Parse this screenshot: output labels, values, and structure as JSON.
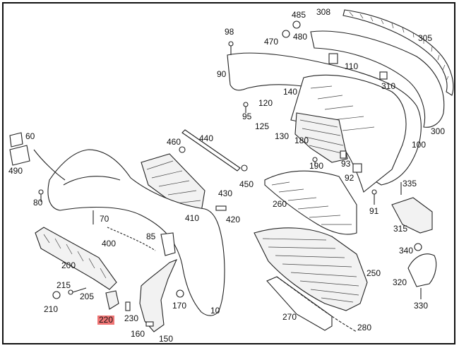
{
  "highlight_color": "#f07575",
  "highlighted_label": "220",
  "labels": [
    "308",
    "485",
    "480",
    "470",
    "98",
    "305",
    "110",
    "90",
    "310",
    "140",
    "120",
    "95",
    "125",
    "130",
    "300",
    "60",
    "460",
    "440",
    "180",
    "100",
    "490",
    "93",
    "92",
    "190",
    "450",
    "430",
    "260",
    "335",
    "80",
    "410",
    "420",
    "91",
    "70",
    "315",
    "85",
    "400",
    "340",
    "200",
    "250",
    "215",
    "205",
    "320",
    "210",
    "170",
    "230",
    "330",
    "10",
    "160",
    "150",
    "270",
    "280",
    "220"
  ]
}
